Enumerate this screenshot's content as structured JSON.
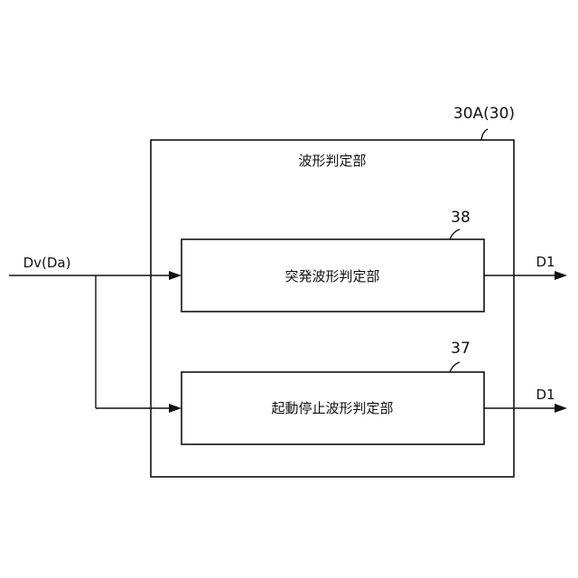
{
  "outer_block": {
    "ref": "30A(30)",
    "title": "波形判定部"
  },
  "block_38": {
    "ref": "38",
    "title": "突発波形判定部",
    "output": "D1"
  },
  "block_37": {
    "ref": "37",
    "title": "起動停止波形判定部",
    "output": "D1"
  },
  "input_signal": "Dv(Da)"
}
